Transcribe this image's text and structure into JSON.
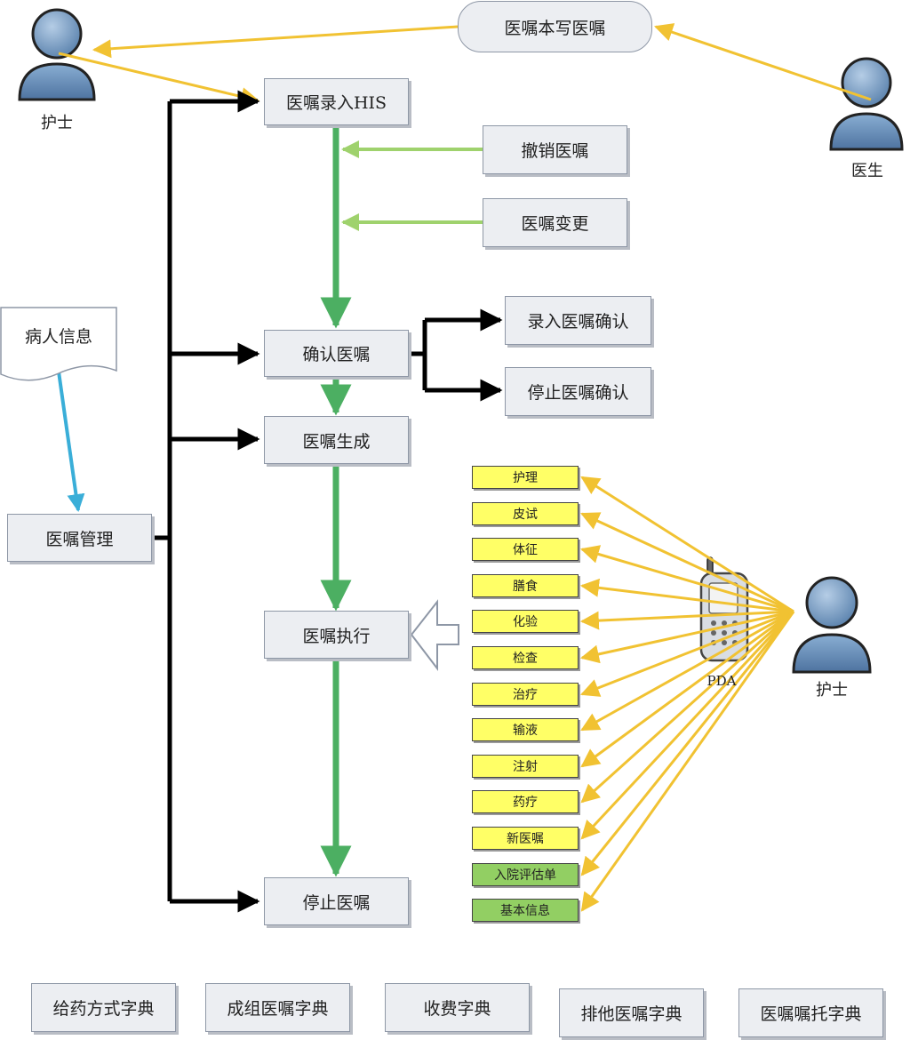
{
  "actors": {
    "nurse_top": "护士",
    "doctor": "医生",
    "nurse_right": "护士",
    "pda": "PDA"
  },
  "nodes": {
    "handwritten_order": "医嘱本写医嘱",
    "order_entry_his": "医嘱录入HIS",
    "cancel_order": "撤销医嘱",
    "order_change": "医嘱变更",
    "confirm_order": "确认医嘱",
    "confirm_entry": "录入医嘱确认",
    "confirm_stop": "停止医嘱确认",
    "order_generate": "医嘱生成",
    "order_execute": "医嘱执行",
    "stop_order": "停止医嘱",
    "patient_info": "病人信息",
    "order_management": "医嘱管理"
  },
  "execution_items": [
    {
      "label": "护理",
      "color": "#ffff66"
    },
    {
      "label": "皮试",
      "color": "#ffff66"
    },
    {
      "label": "体征",
      "color": "#ffff66"
    },
    {
      "label": "膳食",
      "color": "#ffff66"
    },
    {
      "label": "化验",
      "color": "#ffff66"
    },
    {
      "label": "检查",
      "color": "#ffff66"
    },
    {
      "label": "治疗",
      "color": "#ffff66"
    },
    {
      "label": "输液",
      "color": "#ffff66"
    },
    {
      "label": "注射",
      "color": "#ffff66"
    },
    {
      "label": "药疗",
      "color": "#ffff66"
    },
    {
      "label": "新医嘱",
      "color": "#ffff66"
    },
    {
      "label": "入院评估单",
      "color": "#92cf63"
    },
    {
      "label": "基本信息",
      "color": "#92cf63"
    }
  ],
  "dictionaries": [
    "给药方式字典",
    "成组医嘱字典",
    "收费字典",
    "排他医嘱字典",
    "医嘱嘱托字典"
  ],
  "colors": {
    "flow_green": "#4caf62",
    "feed_light_green": "#9fd26d",
    "control_black": "#000000",
    "actor_yellow": "#f1c232",
    "patient_blue": "#3aaed8",
    "person_blue": "#6a91b8"
  }
}
